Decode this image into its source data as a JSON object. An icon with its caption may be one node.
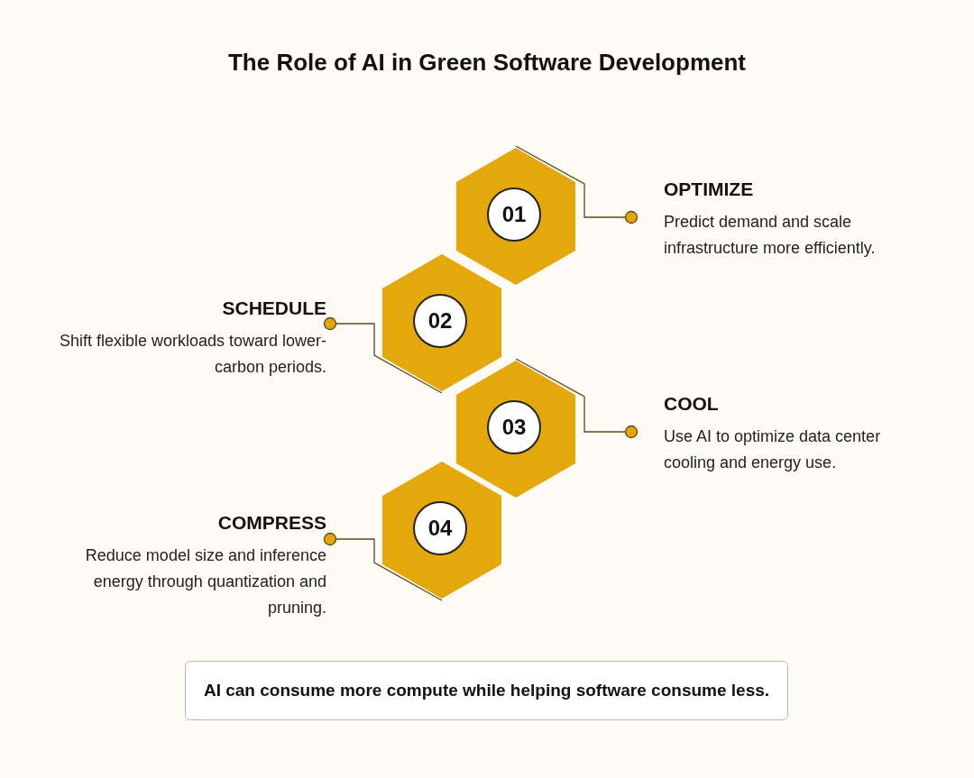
{
  "diagram": {
    "title": "The Role of AI in Green Software Development",
    "nodes": [
      {
        "text": [
          "01"
        ]
      },
      {
        "text": [
          "OPTIMIZE",
          "Predict demand and scale infrastructure more efficiently."
        ]
      },
      {
        "text": [
          "02"
        ]
      },
      {
        "text": [
          "SCHEDULE",
          "Shift flexible workloads toward lower-carbon periods."
        ]
      },
      {
        "text": [
          "03"
        ]
      },
      {
        "text": [
          "COOL",
          "Use AI to optimize data center cooling and energy use."
        ]
      },
      {
        "text": [
          "04"
        ]
      },
      {
        "text": [
          "COMPRESS",
          "Reduce model size and inference energy through quantization and pruning."
        ]
      },
      {
        "text": [
          "AI can consume more compute while helping software consume less."
        ]
      }
    ],
    "edges": [
      {
        "from": 0,
        "to": 1,
        "arrow": "other"
      },
      {
        "from": 2,
        "to": 3,
        "arrow": "other"
      },
      {
        "from": 4,
        "to": 5,
        "arrow": "other"
      },
      {
        "from": 6,
        "to": 7,
        "arrow": "other"
      }
    ]
  }
}
